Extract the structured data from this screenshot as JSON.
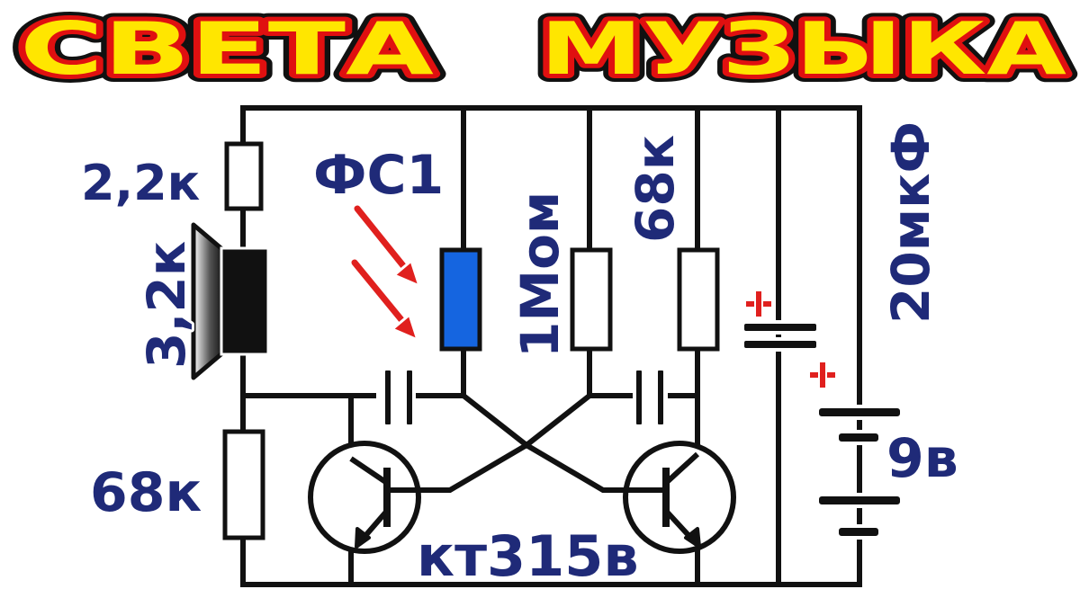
{
  "title": {
    "word1": "СВЕТА",
    "word2": "МУЗЫКА"
  },
  "labels": {
    "resistor_top_left": "2,2к",
    "speaker": "3,2к",
    "photoresistor": "ФС1",
    "resistor_1mom": "1Мом",
    "resistor_68k_right": "68к",
    "capacitor": "20мкФ",
    "resistor_68k_left": "68к",
    "battery": "9в",
    "transistors": "кт315в"
  },
  "colors": {
    "title_fill": "#ffe600",
    "title_outline": "#e01010",
    "label_text": "#1f2a78",
    "photoresistor": "#1565e0",
    "light_arrows": "#e0201e",
    "polarity_plus": "#e0201e"
  },
  "icons": [
    "light-arrow-icon",
    "speaker-icon",
    "transistor-npn-icon",
    "polarity-plus-icon"
  ]
}
